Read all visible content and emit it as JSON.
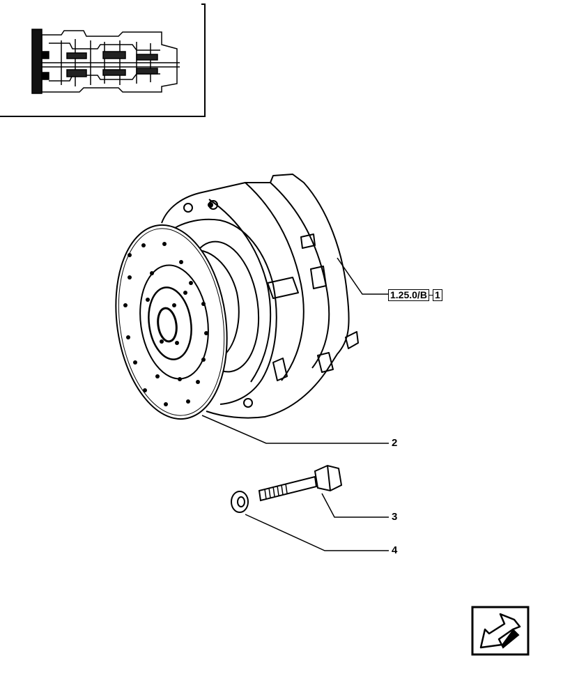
{
  "reference": {
    "code": "1.25.0/B",
    "sheet": "1"
  },
  "callouts": [
    {
      "id": "2",
      "label": "2"
    },
    {
      "id": "3",
      "label": "3"
    },
    {
      "id": "4",
      "label": "4"
    }
  ],
  "icons": {
    "inset": "transmission-section-thumbnail",
    "nav": "next-page-arrow-icon"
  },
  "colors": {
    "ink": "#000000",
    "paper": "#ffffff"
  }
}
